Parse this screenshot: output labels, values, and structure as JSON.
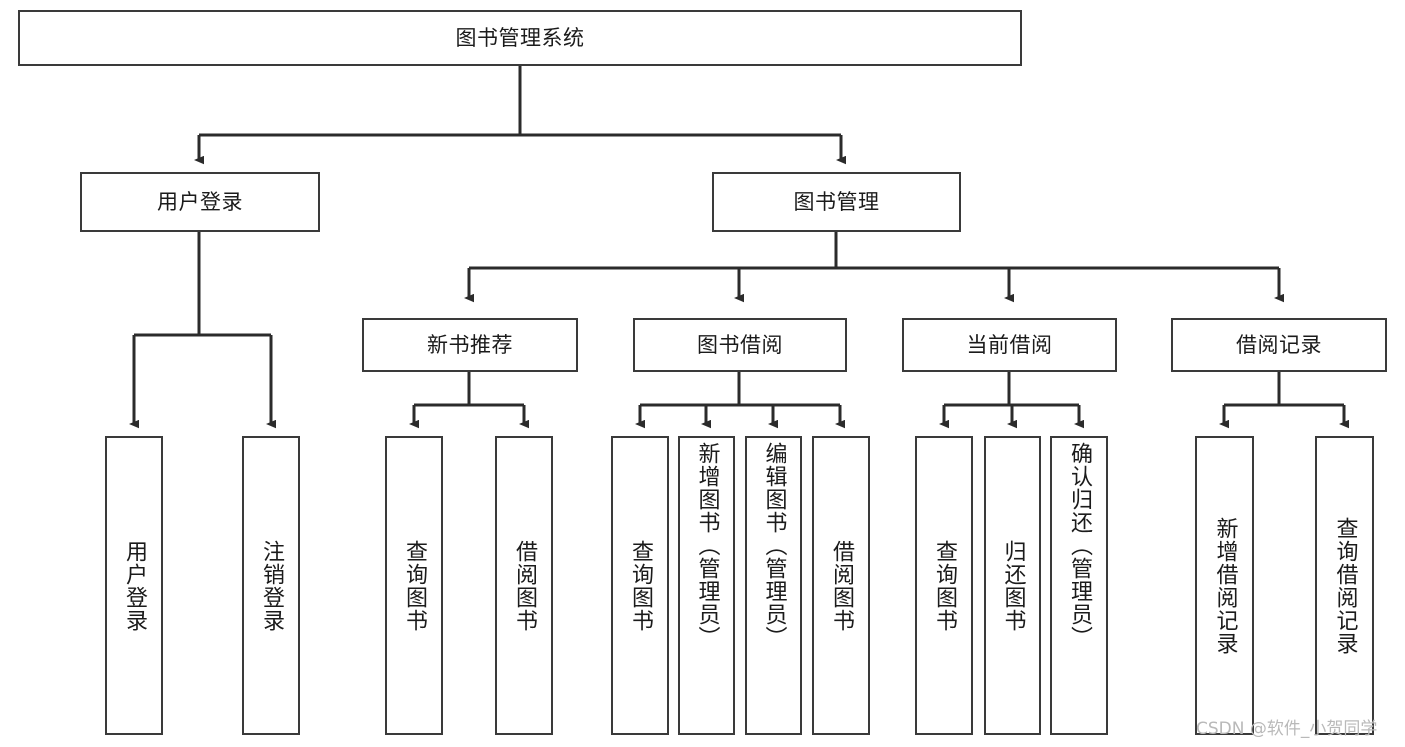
{
  "diagram": {
    "title": "图书管理系统",
    "type": "tree",
    "watermark": "CSDN @软件_小贺同学",
    "colors": {
      "border": "#3a3a3a",
      "fill": "#ffffff",
      "connector": "#2b2b2b",
      "text": "#1b1b1b",
      "watermark": "#b9b9b9"
    },
    "root": {
      "label": "图书管理系统"
    },
    "level2": [
      {
        "label": "用户登录"
      },
      {
        "label": "图书管理"
      }
    ],
    "level3": [
      {
        "label": "新书推荐"
      },
      {
        "label": "图书借阅"
      },
      {
        "label": "当前借阅"
      },
      {
        "label": "借阅记录"
      }
    ],
    "leaves": {
      "user_login": [
        {
          "label": "用户登录"
        },
        {
          "label": "注销登录"
        }
      ],
      "new_book_recommend": [
        {
          "label": "查询图书"
        },
        {
          "label": "借阅图书"
        }
      ],
      "book_borrow": [
        {
          "label": "查询图书"
        },
        {
          "label": "新增图书（管理员）"
        },
        {
          "label": "编辑图书（管理员）"
        },
        {
          "label": "借阅图书"
        }
      ],
      "current_borrow": [
        {
          "label": "查询图书"
        },
        {
          "label": "归还图书"
        },
        {
          "label": "确认归还（管理员）"
        }
      ],
      "borrow_record": [
        {
          "label": "新增借阅记录"
        },
        {
          "label": "查询借阅记录"
        }
      ]
    }
  }
}
